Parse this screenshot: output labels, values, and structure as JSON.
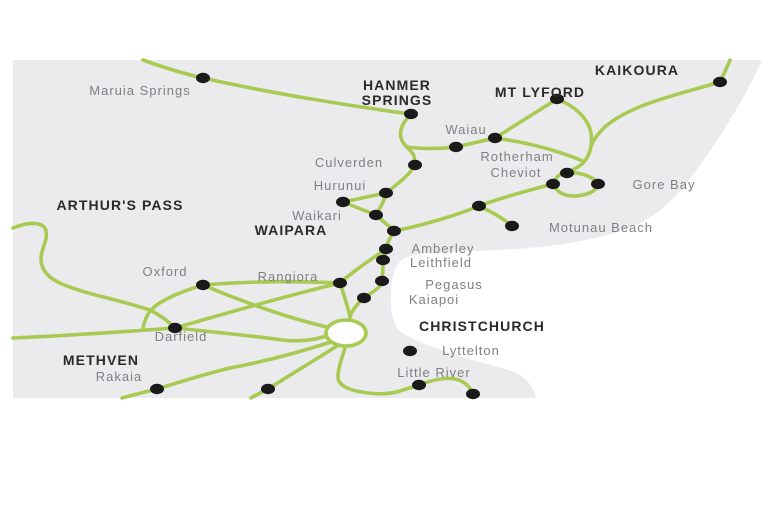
{
  "map": {
    "title": "Canterbury / North Canterbury ski-field road map",
    "labels_bold": {
      "hanmer_line1": "HANMER",
      "hanmer_line2": "SPRINGS",
      "mt_lyford": "MT LYFORD",
      "kaikoura": "KAIKOURA",
      "arthurs_pass": "ARTHUR'S PASS",
      "waipara": "WAIPARA",
      "christchurch": "CHRISTCHURCH",
      "methven": "METHVEN"
    },
    "labels_town": {
      "maruia_springs": "Maruia Springs",
      "waiau": "Waiau",
      "culverden": "Culverden",
      "rotherham": "Rotherham",
      "cheviot": "Cheviot",
      "gore_bay": "Gore Bay",
      "hurunui": "Hurunui",
      "waikari": "Waikari",
      "motunau_beach": "Motunau Beach",
      "amberley": "Amberley",
      "leithfield": "Leithfield",
      "oxford": "Oxford",
      "rangiora": "Rangiora",
      "pegasus": "Pegasus",
      "kaiapoi": "Kaiapoi",
      "darfield": "Darfield",
      "rakaia": "Rakaia",
      "lyttelton": "Lyttelton",
      "little_river": "Little River"
    },
    "colors": {
      "land": "#ebebed",
      "sea": "#ffffff",
      "road": "#a8ca52",
      "marker": "#1a1a1a",
      "town_text": "#7e8084",
      "bold_text": "#2b2a29"
    }
  }
}
